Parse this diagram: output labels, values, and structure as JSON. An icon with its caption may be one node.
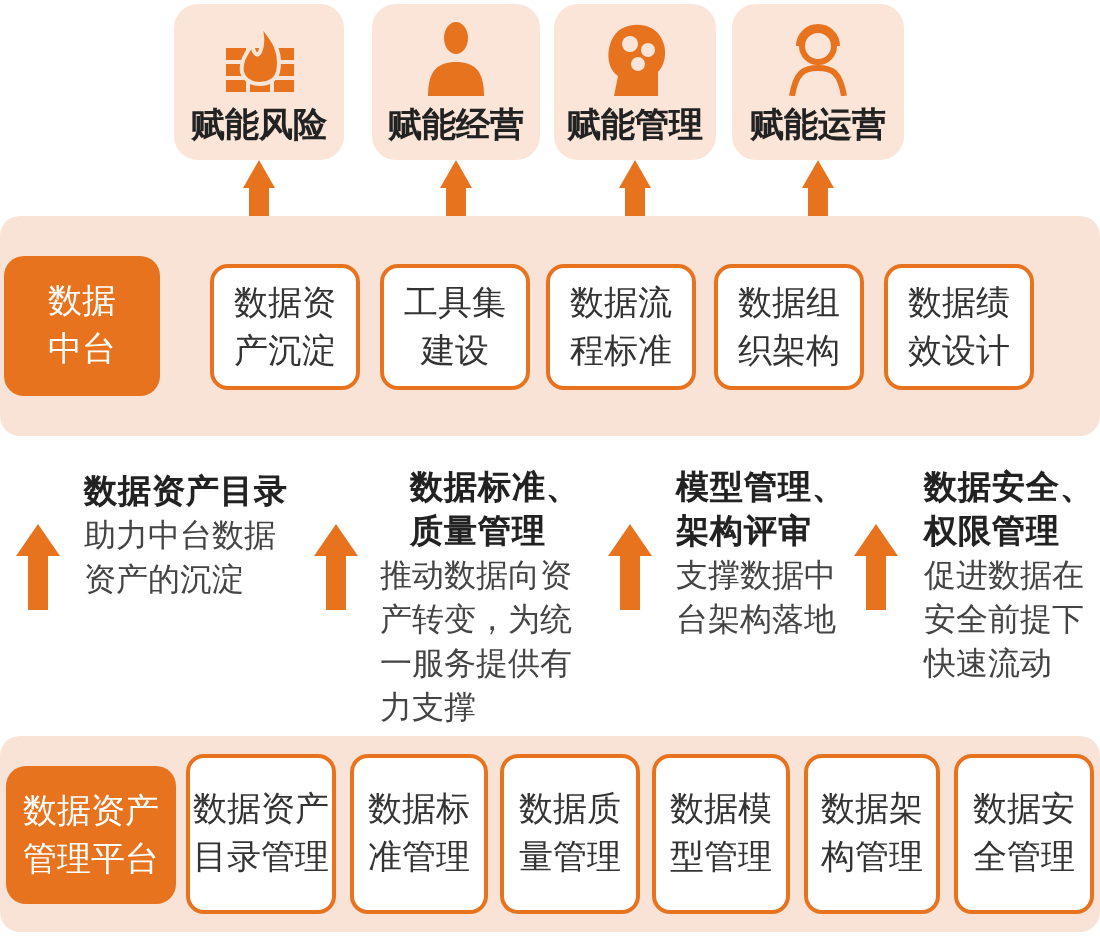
{
  "diagram": {
    "nodes": [
      {
        "text": [
          "赋能风险"
        ]
      },
      {
        "text": [
          "赋能经营"
        ]
      },
      {
        "text": [
          "赋能管理"
        ]
      },
      {
        "text": [
          "赋能运营"
        ]
      },
      {
        "text": [],
        "shape": "box"
      },
      {
        "text": [
          "数据中台"
        ],
        "in": 4
      },
      {
        "text": [
          "数据资产沉淀"
        ],
        "in": 4
      },
      {
        "text": [
          "工具集建设"
        ],
        "in": 4
      },
      {
        "text": [
          "数据流程标准"
        ],
        "in": 4
      },
      {
        "text": [
          "数据组织架构"
        ],
        "in": 4
      },
      {
        "text": [
          "数据绩效设计"
        ],
        "in": 4
      },
      {
        "text": [],
        "shape": "box"
      },
      {
        "text": [
          "数据资产管理平台"
        ],
        "in": 11
      },
      {
        "text": [
          "数据资产目录管理"
        ],
        "in": 11
      },
      {
        "text": [
          "数据标准管理"
        ],
        "in": 11
      },
      {
        "text": [
          "数据质量管理"
        ],
        "in": 11
      },
      {
        "text": [
          "数据模型管理"
        ],
        "in": 11
      },
      {
        "text": [
          "数据架构管理"
        ],
        "in": 11
      },
      {
        "text": [
          "数据安全管理"
        ],
        "in": 11
      }
    ],
    "edges": [
      {
        "from": 4,
        "to": 0,
        "arrow": "to"
      },
      {
        "from": 4,
        "to": 1,
        "arrow": "to"
      },
      {
        "from": 4,
        "to": 2,
        "arrow": "to"
      },
      {
        "from": 4,
        "to": 3,
        "arrow": "to"
      }
    ],
    "labels": [
      "数据资产目录",
      "助力中台数据资产的沉淀",
      "数据标准、质量管理",
      "推动数据向资产转变，为统一服务提供有力支撑",
      "模型管理、架构评审",
      "支撑数据中台架构落地",
      "数据安全、权限管理",
      "促进数据在安全前提下快速流动"
    ]
  }
}
